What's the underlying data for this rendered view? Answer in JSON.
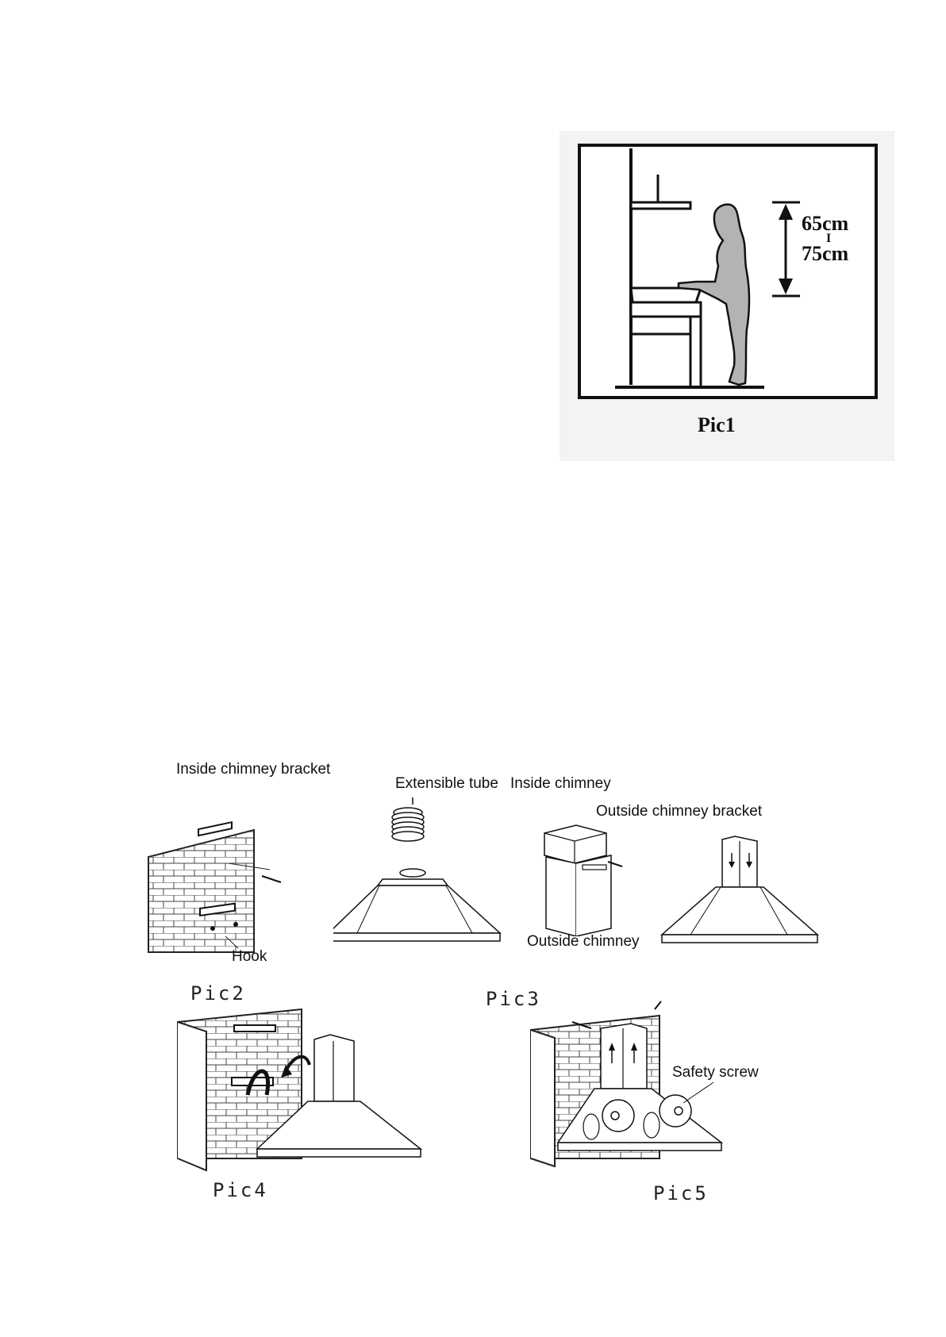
{
  "pic1": {
    "caption": "Pic1",
    "dim_top": "65cm",
    "dim_sep": "I",
    "dim_bottom": "75cm"
  },
  "pic2": {
    "caption": "Pic2",
    "label_bracket": "Inside chimney bracket",
    "label_hook": "Hook"
  },
  "pic3": {
    "caption": "Pic3",
    "label_tube": "Extensible tube",
    "label_inside_chimney": "Inside chimney",
    "label_outside_bracket": "Outside chimney bracket",
    "label_outside_chimney": "Outside chimney"
  },
  "pic4": {
    "caption": "Pic4"
  },
  "pic5": {
    "caption": "Pic5",
    "label_safety": "Safety screw"
  },
  "colors": {
    "ink": "#111111",
    "figure_fill": "#b3b3b3",
    "panel_bg": "#f2f2f2"
  }
}
